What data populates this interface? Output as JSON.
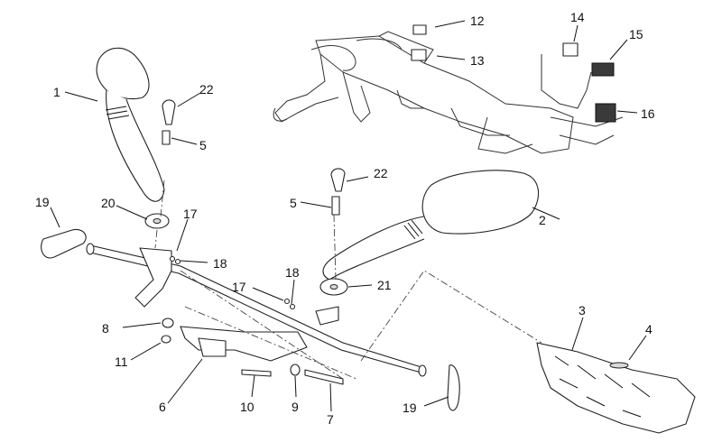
{
  "labels": {
    "l1": "1",
    "l2": "2",
    "l3": "3",
    "l4": "4",
    "l5a": "5",
    "l5b": "5",
    "l6": "6",
    "l7": "7",
    "l8": "8",
    "l9": "9",
    "l10": "10",
    "l11": "11",
    "l12": "12",
    "l13": "13",
    "l14": "14",
    "l15": "15",
    "l16": "16",
    "l17a": "17",
    "l17b": "17",
    "l18a": "18",
    "l18b": "18",
    "l19a": "19",
    "l19b": "19",
    "l20": "20",
    "l21": "21",
    "l22a": "22",
    "l22b": "22"
  }
}
